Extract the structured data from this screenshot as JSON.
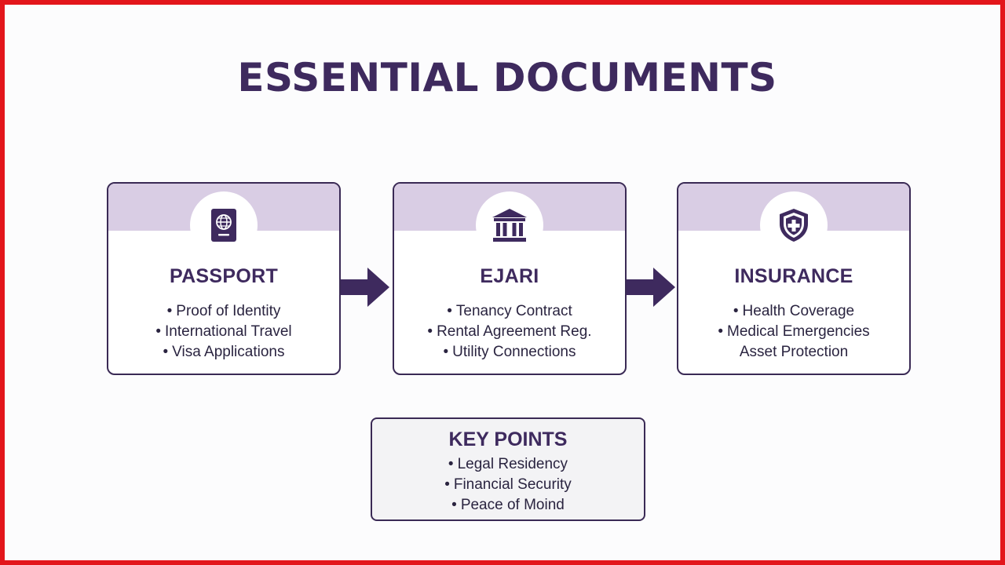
{
  "title": "ESSENTIAL DOCUMENTS",
  "colors": {
    "frame": "#e3161b",
    "primary": "#3e2a5e",
    "band": "#d9cde4",
    "border": "#3a2a55",
    "key_bg": "#f3f3f5"
  },
  "cards": [
    {
      "icon": "passport-icon",
      "title": "PASSPORT",
      "items": [
        "Proof of Identity",
        "International Travel",
        "Visa Applications"
      ]
    },
    {
      "icon": "bank-building-icon",
      "title": "EJARI",
      "items": [
        "Tenancy Contract",
        "Rental Agreement Reg.",
        "Utility Connections"
      ]
    },
    {
      "icon": "shield-plus-icon",
      "title": "INSURANCE",
      "items": [
        "Health Coverage",
        "Medical Emergencies",
        "Asset Protection"
      ]
    }
  ],
  "key_points": {
    "title": "KEY POINTS",
    "items": [
      "Legal Residency",
      "Financial Security",
      "Peace of Moind"
    ]
  }
}
